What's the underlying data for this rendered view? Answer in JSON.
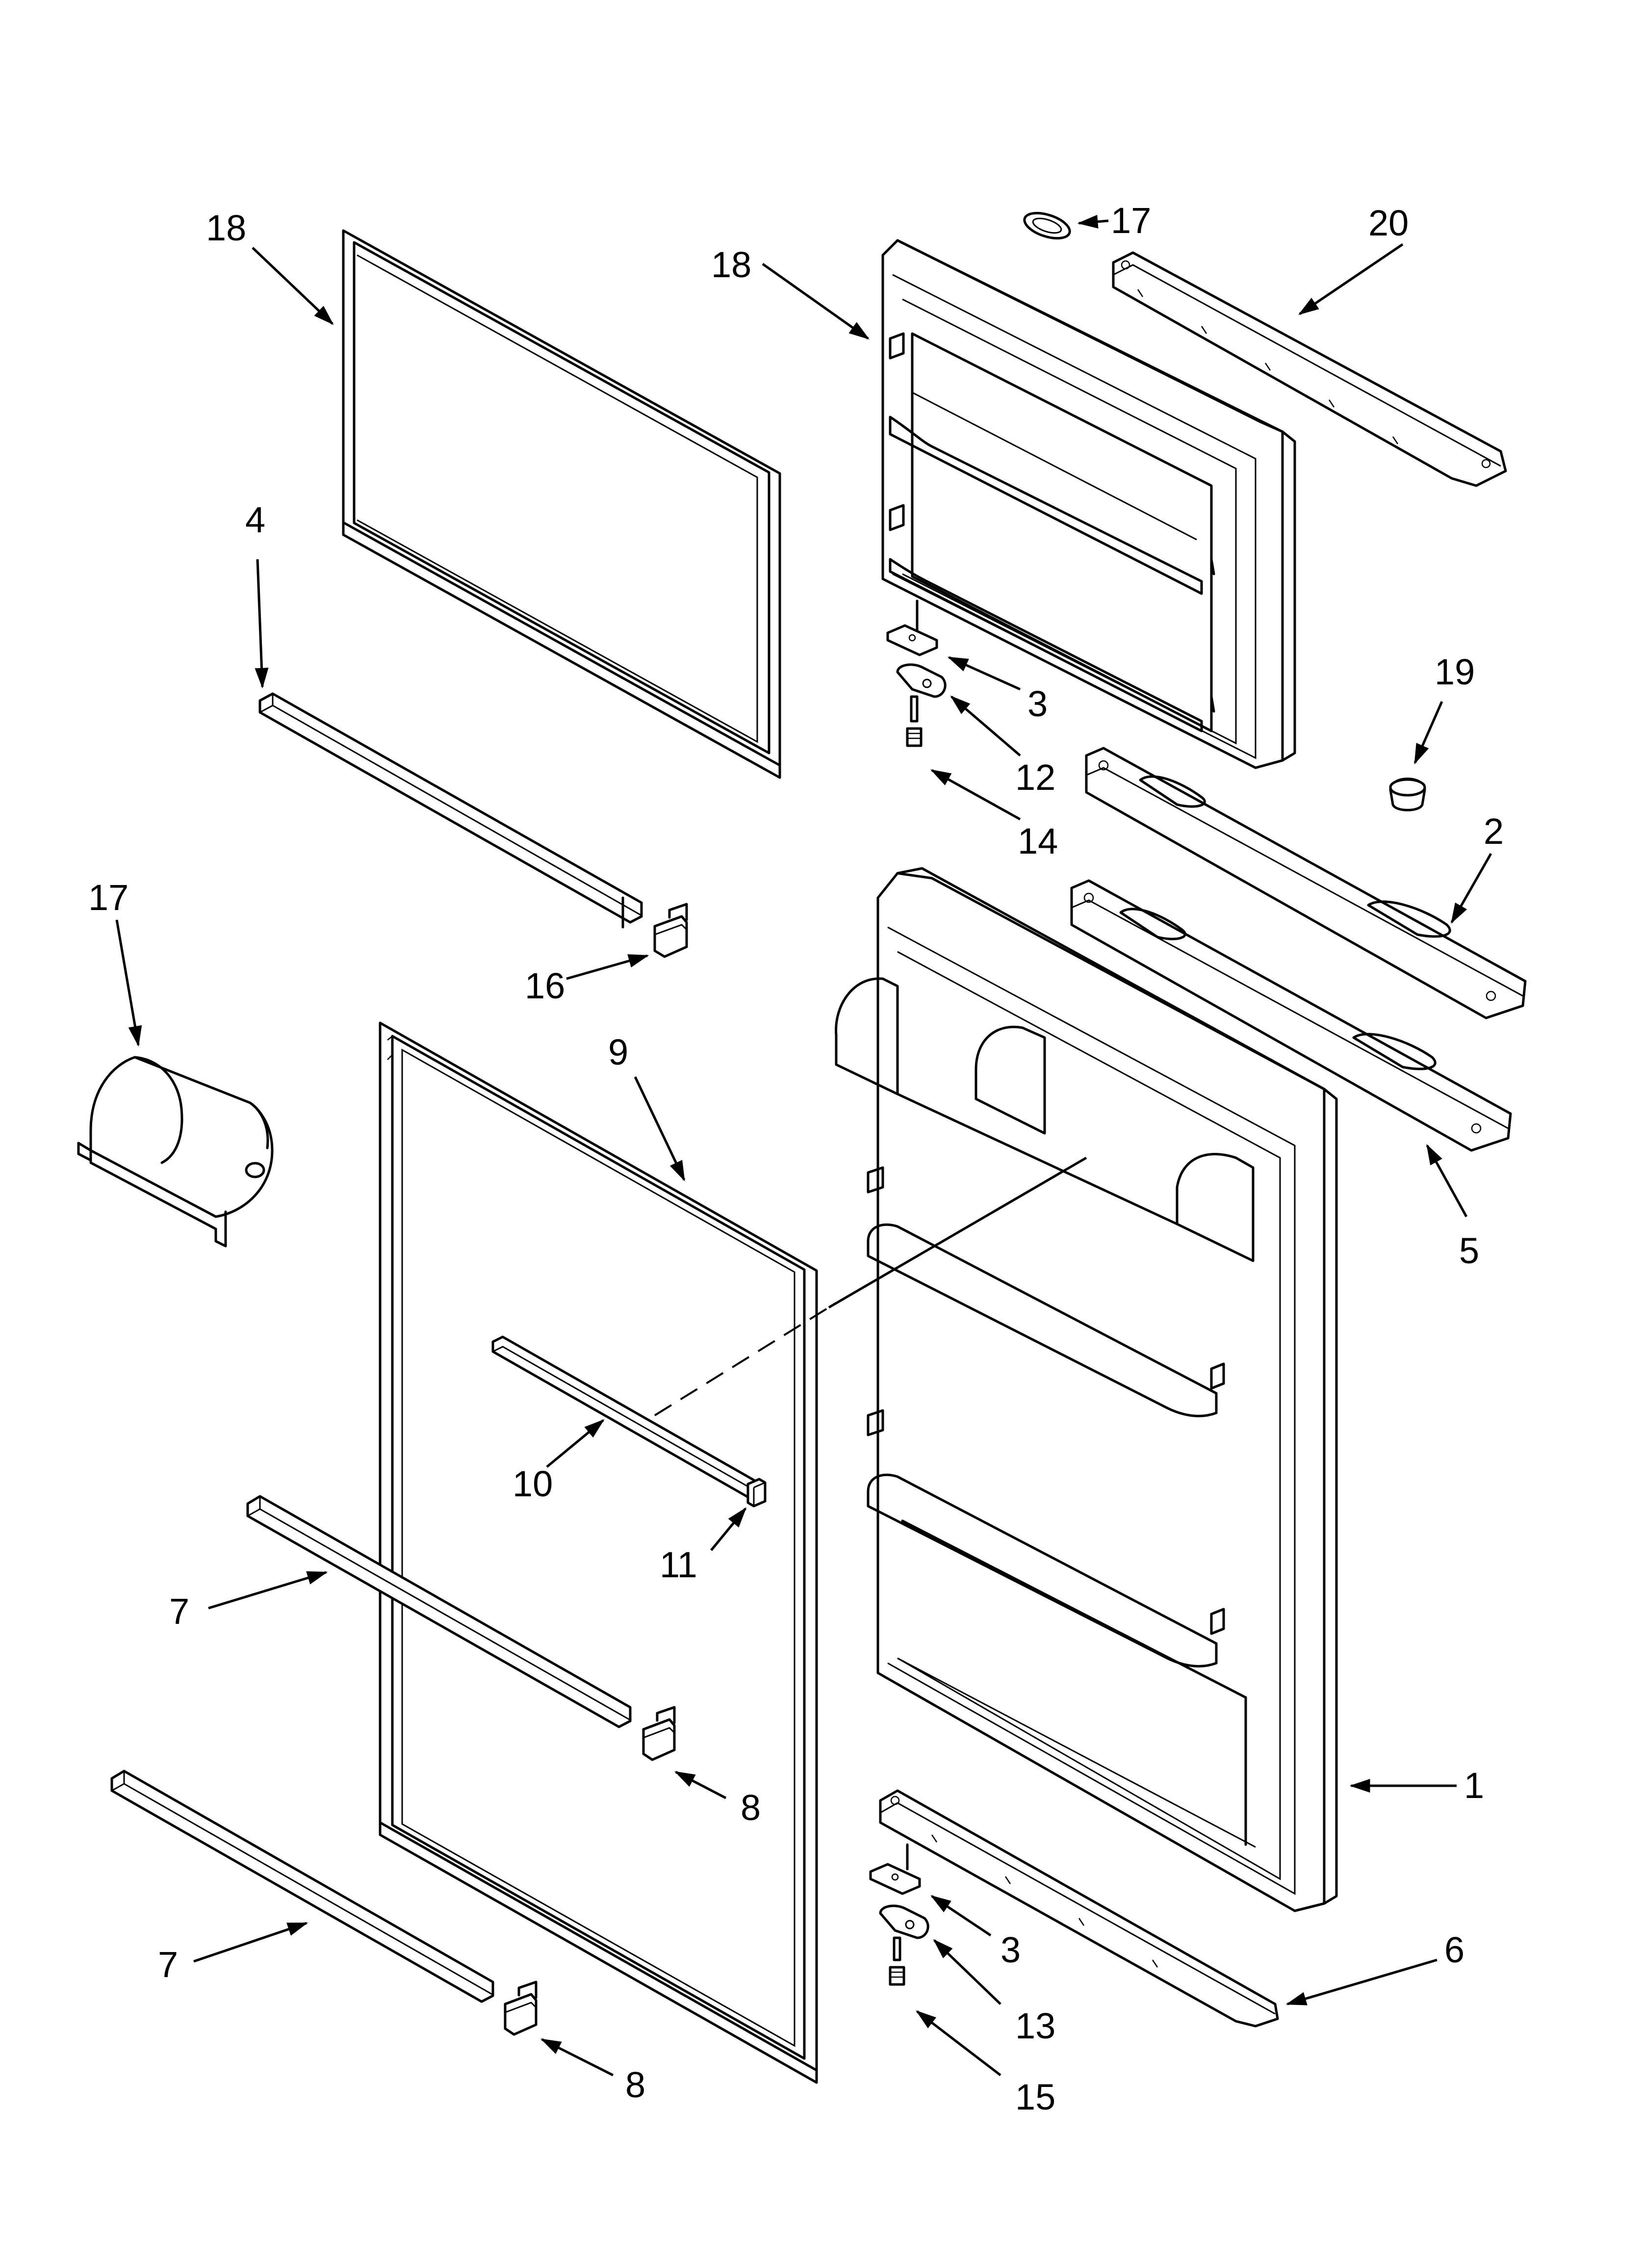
{
  "callouts": [
    {
      "id": "c1",
      "label": "1"
    },
    {
      "id": "c2",
      "label": "2"
    },
    {
      "id": "c3a",
      "label": "3"
    },
    {
      "id": "c3b",
      "label": "3"
    },
    {
      "id": "c4",
      "label": "4"
    },
    {
      "id": "c5",
      "label": "5"
    },
    {
      "id": "c6",
      "label": "6"
    },
    {
      "id": "c7a",
      "label": "7"
    },
    {
      "id": "c7b",
      "label": "7"
    },
    {
      "id": "c8a",
      "label": "8"
    },
    {
      "id": "c8b",
      "label": "8"
    },
    {
      "id": "c9",
      "label": "9"
    },
    {
      "id": "c10",
      "label": "10"
    },
    {
      "id": "c11",
      "label": "11"
    },
    {
      "id": "c12",
      "label": "12"
    },
    {
      "id": "c13",
      "label": "13"
    },
    {
      "id": "c14",
      "label": "14"
    },
    {
      "id": "c15",
      "label": "15"
    },
    {
      "id": "c16",
      "label": "16"
    },
    {
      "id": "c17a",
      "label": "17"
    },
    {
      "id": "c17b",
      "label": "17"
    },
    {
      "id": "c18a",
      "label": "18"
    },
    {
      "id": "c18b",
      "label": "18"
    },
    {
      "id": "c19",
      "label": "19"
    },
    {
      "id": "c20",
      "label": "20"
    }
  ]
}
